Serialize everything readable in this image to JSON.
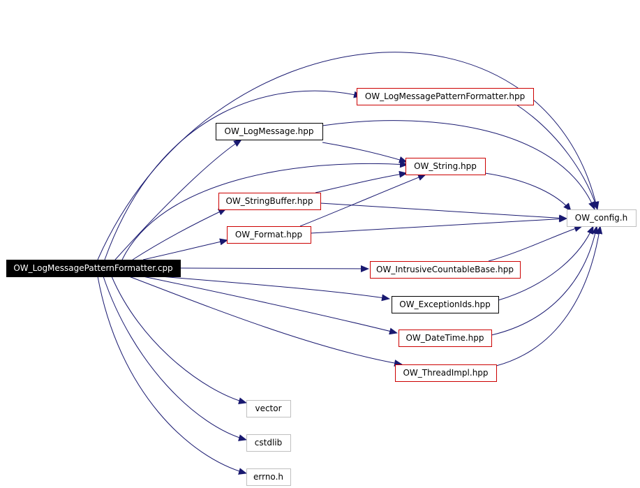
{
  "graph": {
    "nodes": [
      {
        "id": "root",
        "label": "OW_LogMessagePatternFormatter.cpp",
        "style": "root"
      },
      {
        "id": "lmpf_hpp",
        "label": "OW_LogMessagePatternFormatter.hpp",
        "style": "red"
      },
      {
        "id": "logmsg",
        "label": "OW_LogMessage.hpp",
        "style": "black"
      },
      {
        "id": "string",
        "label": "OW_String.hpp",
        "style": "red"
      },
      {
        "id": "strbuf",
        "label": "OW_StringBuffer.hpp",
        "style": "red"
      },
      {
        "id": "format",
        "label": "OW_Format.hpp",
        "style": "red"
      },
      {
        "id": "config",
        "label": "OW_config.h",
        "style": "gray"
      },
      {
        "id": "intrusive",
        "label": "OW_IntrusiveCountableBase.hpp",
        "style": "red"
      },
      {
        "id": "exids",
        "label": "OW_ExceptionIds.hpp",
        "style": "black"
      },
      {
        "id": "datetime",
        "label": "OW_DateTime.hpp",
        "style": "red"
      },
      {
        "id": "threadimpl",
        "label": "OW_ThreadImpl.hpp",
        "style": "red"
      },
      {
        "id": "vector",
        "label": "vector",
        "style": "gray"
      },
      {
        "id": "cstdlib",
        "label": "cstdlib",
        "style": "gray"
      },
      {
        "id": "errno",
        "label": "errno.h",
        "style": "gray"
      }
    ],
    "edges": [
      {
        "from": "root",
        "to": "config"
      },
      {
        "from": "root",
        "to": "lmpf_hpp"
      },
      {
        "from": "root",
        "to": "logmsg"
      },
      {
        "from": "root",
        "to": "string"
      },
      {
        "from": "root",
        "to": "strbuf"
      },
      {
        "from": "root",
        "to": "format"
      },
      {
        "from": "root",
        "to": "intrusive"
      },
      {
        "from": "root",
        "to": "exids"
      },
      {
        "from": "root",
        "to": "datetime"
      },
      {
        "from": "root",
        "to": "threadimpl"
      },
      {
        "from": "root",
        "to": "vector"
      },
      {
        "from": "root",
        "to": "cstdlib"
      },
      {
        "from": "root",
        "to": "errno"
      },
      {
        "from": "lmpf_hpp",
        "to": "config"
      },
      {
        "from": "logmsg",
        "to": "string"
      },
      {
        "from": "logmsg",
        "to": "config"
      },
      {
        "from": "string",
        "to": "config"
      },
      {
        "from": "strbuf",
        "to": "string"
      },
      {
        "from": "strbuf",
        "to": "config"
      },
      {
        "from": "format",
        "to": "string"
      },
      {
        "from": "format",
        "to": "config"
      },
      {
        "from": "intrusive",
        "to": "config"
      },
      {
        "from": "exids",
        "to": "config"
      },
      {
        "from": "datetime",
        "to": "config"
      },
      {
        "from": "threadimpl",
        "to": "config"
      }
    ],
    "colors": {
      "edge": "#191970",
      "node_red_border": "#cc0000",
      "node_black_border": "#000000",
      "node_gray_border": "#bfbfbf",
      "root_fill": "#000000",
      "root_text": "#ffffff",
      "text": "#000000"
    }
  }
}
